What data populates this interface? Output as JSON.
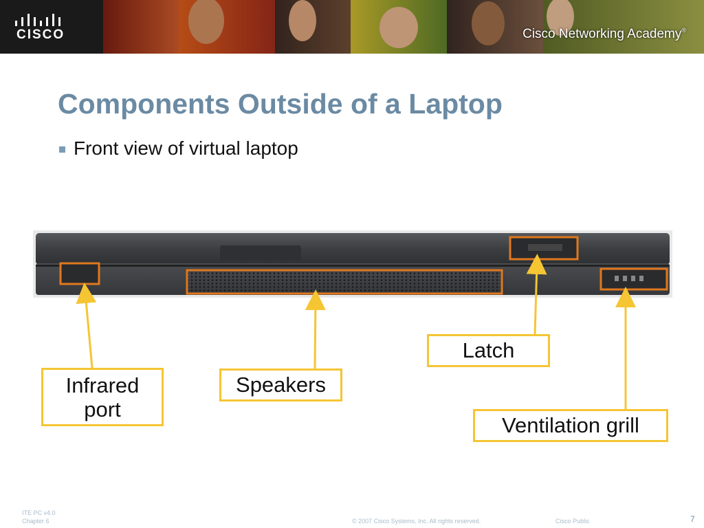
{
  "header": {
    "logo_text": "CISCO",
    "academy_text": "Cisco Networking Academy",
    "academy_mark": "®"
  },
  "slide": {
    "title": "Components Outside of a Laptop",
    "bullet": "Front view of virtual laptop"
  },
  "labels": {
    "infrared_line1": "Infrared",
    "infrared_line2": "port",
    "speakers": "Speakers",
    "latch": "Latch",
    "ventilation": "Ventilation grill"
  },
  "footer": {
    "course": "ITE PC v4.0",
    "chapter": "Chapter 6",
    "copyright": "© 2007 Cisco Systems, Inc. All rights reserved.",
    "classification": "Cisco Public",
    "page_number": "7"
  },
  "colors": {
    "title": "#6b8aa3",
    "callout_border": "#f5c533",
    "highlight_box": "#e0781e",
    "laptop_body": "#3c3e41"
  }
}
